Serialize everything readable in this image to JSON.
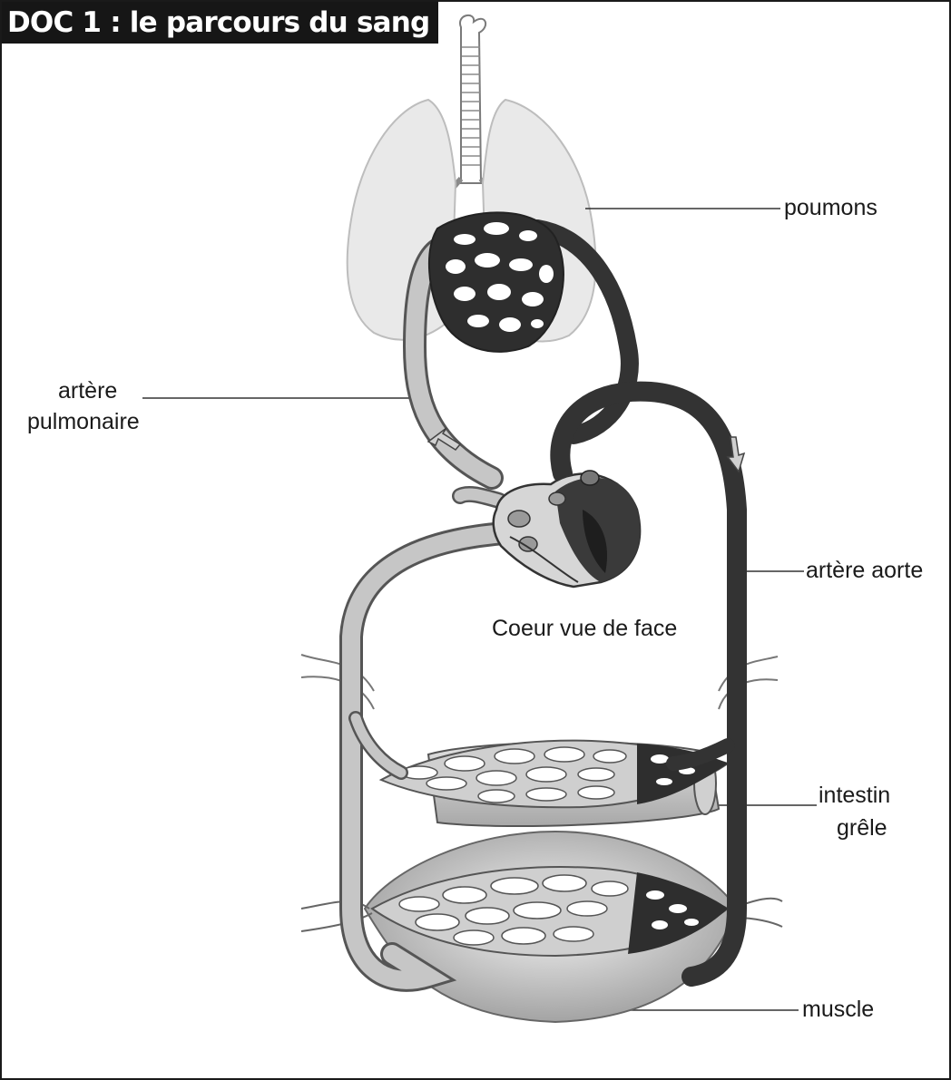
{
  "title": "DOC 1 : le parcours du sang",
  "labels": {
    "poumons": "poumons",
    "artere_pulmonaire_line1": "artère",
    "artere_pulmonaire_line2": "pulmonaire",
    "artere_aorte": "artère aorte",
    "coeur": "Coeur vue de face",
    "intestin_line1": "intestin",
    "intestin_line2": "grêle",
    "muscle": "muscle"
  },
  "colors": {
    "oxygenated_blood": "#3a3a3a",
    "deoxygenated_blood": "#c4c4c4",
    "lungs": "#e8e8e8",
    "organ_tissue": "#d8d8d8"
  }
}
